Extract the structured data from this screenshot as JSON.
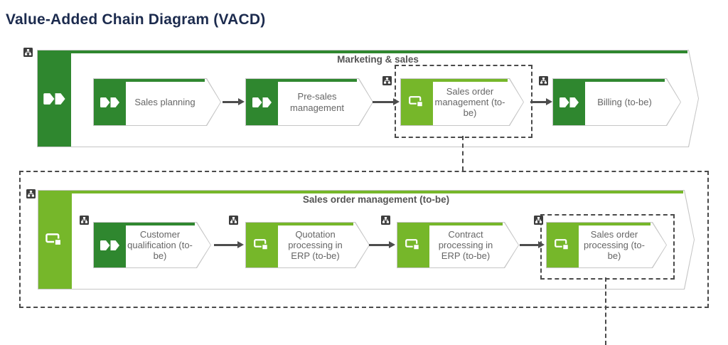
{
  "title": "Value-Added Chain Diagram (VACD)",
  "colors": {
    "dark_green": "#2f872f",
    "lime_green": "#76b72a",
    "title_navy": "#1c2b4e",
    "label_gray": "#666666",
    "header_gray": "#555555",
    "outline_gray": "#c6c6c6",
    "dashed_gray": "#4a4a4a",
    "org_icon_dark": "#3d3d3d",
    "arrow_gray": "#4d4d4d"
  },
  "icons": {
    "value_chain": "double-chevron-blocks",
    "assigned_diagram": "frame-with-square",
    "org_chart": "hierarchy-tree"
  },
  "diagram": {
    "top_chain": {
      "header": "Marketing & sales",
      "items": [
        {
          "label": "Sales planning"
        },
        {
          "label": "Pre-sales management"
        },
        {
          "label": "Sales order management (to-be)"
        },
        {
          "label": "Billing (to-be)"
        }
      ]
    },
    "bottom_chain": {
      "header": "Sales order management (to-be)",
      "items": [
        {
          "label": "Customer qualification (to-be)"
        },
        {
          "label": "Quotation processing in ERP (to-be)"
        },
        {
          "label": "Contract processing in ERP (to-be)"
        },
        {
          "label": "Sales order processing (to-be)"
        }
      ]
    }
  }
}
